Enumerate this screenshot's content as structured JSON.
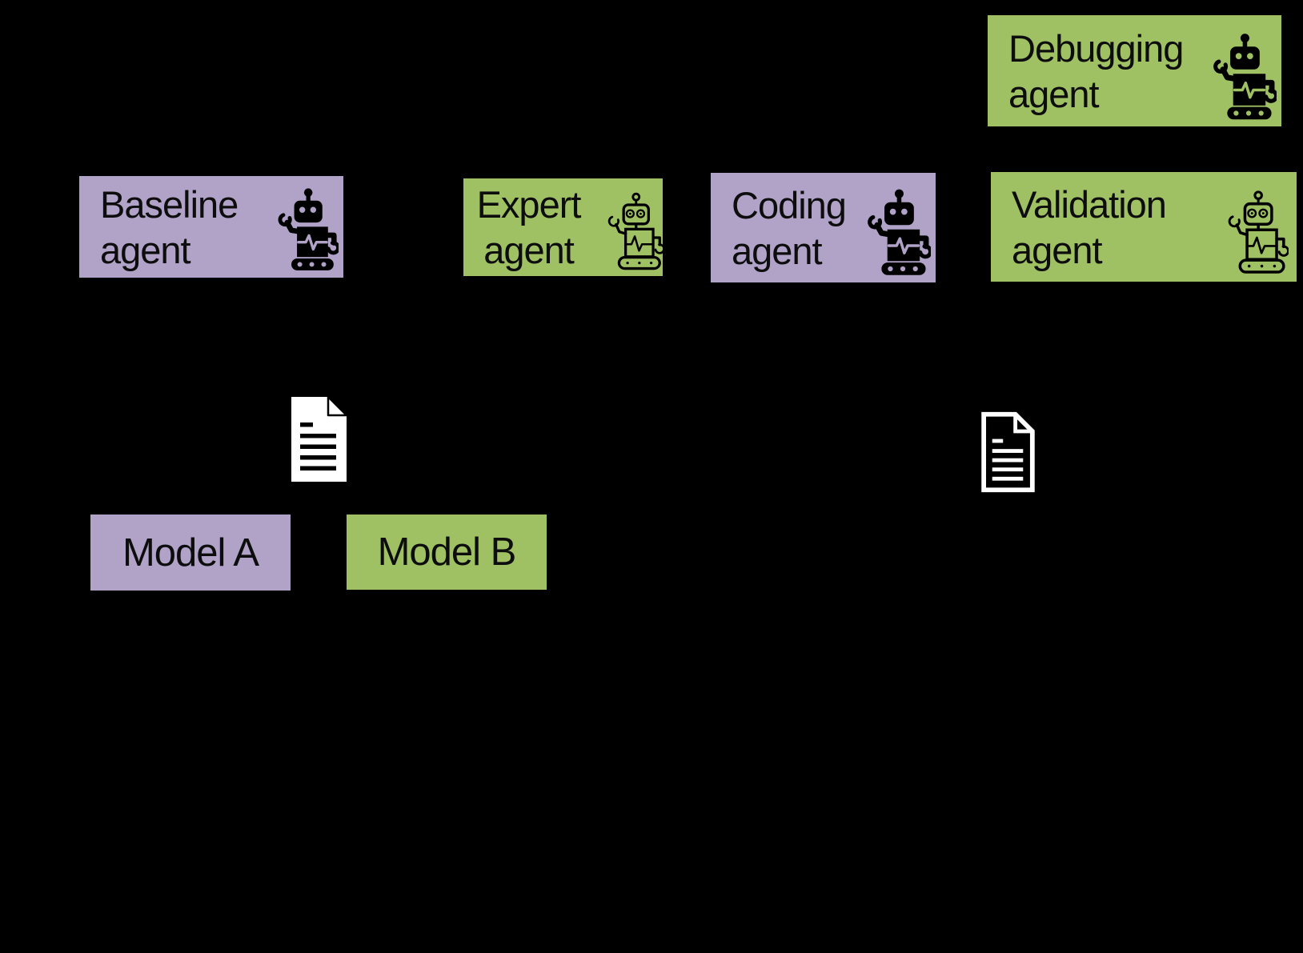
{
  "colors": {
    "background": "#000000",
    "purple": "#b1a3c8",
    "green": "#9fc163",
    "box_text": "#0d0d0d",
    "doc_white": "#ffffff"
  },
  "boxes": {
    "debugging": {
      "line1": "Debugging",
      "line2": "agent"
    },
    "baseline": {
      "line1": "Baseline",
      "line2": "agent"
    },
    "expert": {
      "line1": "Expert",
      "line2": "agent"
    },
    "coding": {
      "line1": "Coding",
      "line2": "agent"
    },
    "validation": {
      "line1": "Validation",
      "line2": "agent"
    },
    "model_a": {
      "label": "Model A"
    },
    "model_b": {
      "label": "Model B"
    }
  },
  "icons": {
    "robot-icon": "black cartoon robot with antenna, pulse line on chest, waving claw arm, tank treads (solid glyph on Baseline/Coding/Debugging, outline style on Expert/Validation)",
    "document-icon": "page with folded top-right corner and text lines (white filled version at left, white outlined version at right)"
  }
}
